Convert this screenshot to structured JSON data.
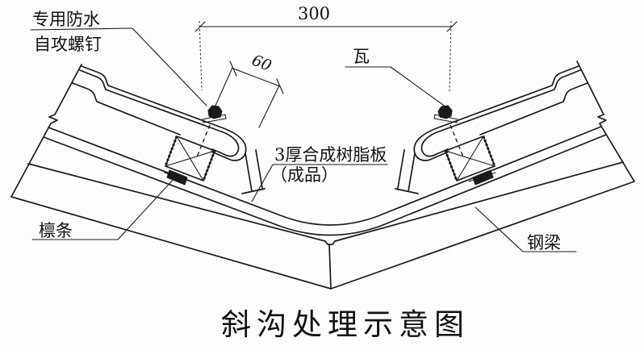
{
  "drawing": {
    "background": "#ffffff",
    "line_color": "#1a1a1a",
    "title": "斜沟处理示意图",
    "labels": {
      "screw_line1": "专用防水",
      "screw_line2": "自攻螺钉",
      "tile": "瓦",
      "resin_board_line1": "3厚合成树脂板",
      "resin_board_line2": "（成品）",
      "purlin": "檩条",
      "steel_beam": "钢梁"
    },
    "dimensions": {
      "valley_width": "300",
      "screw_spacing": "60"
    }
  }
}
